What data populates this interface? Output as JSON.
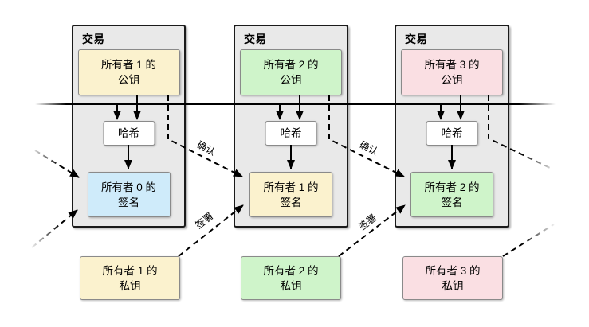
{
  "edge_labels": {
    "verify": "确认",
    "sign": "签署"
  },
  "transactions": [
    {
      "label": "交易",
      "public_key": {
        "line1": "所有者 1 的",
        "line2": "公钥",
        "fill": "#FBF2CE"
      },
      "hash": {
        "label": "哈希",
        "fill": "#FFFFFF"
      },
      "signature": {
        "line1": "所有者 0 的",
        "line2": "签名",
        "fill": "#CFEBFA"
      },
      "private_key": {
        "line1": "所有者 1 的",
        "line2": "私钥",
        "fill": "#FBF2CE"
      }
    },
    {
      "label": "交易",
      "public_key": {
        "line1": "所有者 2 的",
        "line2": "公钥",
        "fill": "#CFF4CA"
      },
      "hash": {
        "label": "哈希",
        "fill": "#FFFFFF"
      },
      "signature": {
        "line1": "所有者 1 的",
        "line2": "签名",
        "fill": "#FBF2CE"
      },
      "private_key": {
        "line1": "所有者 2 的",
        "line2": "私钥",
        "fill": "#CFF4CA"
      }
    },
    {
      "label": "交易",
      "public_key": {
        "line1": "所有者 3 的",
        "line2": "公钥",
        "fill": "#FADFE3"
      },
      "hash": {
        "label": "哈希",
        "fill": "#FFFFFF"
      },
      "signature": {
        "line1": "所有者 2 的",
        "line2": "签名",
        "fill": "#CFF4CA"
      },
      "private_key": {
        "line1": "所有者 3 的",
        "line2": "私钥",
        "fill": "#FADFE3"
      }
    }
  ],
  "colors": {
    "transaction_fill": "#E9E9E9",
    "transaction_border": "#1A1A1A",
    "box_border": "#8A8A8A",
    "connector": "#000000",
    "yellow": "#FBF2CE",
    "green": "#CFF4CA",
    "pink": "#FADFE3",
    "blue": "#CFEBFA"
  }
}
